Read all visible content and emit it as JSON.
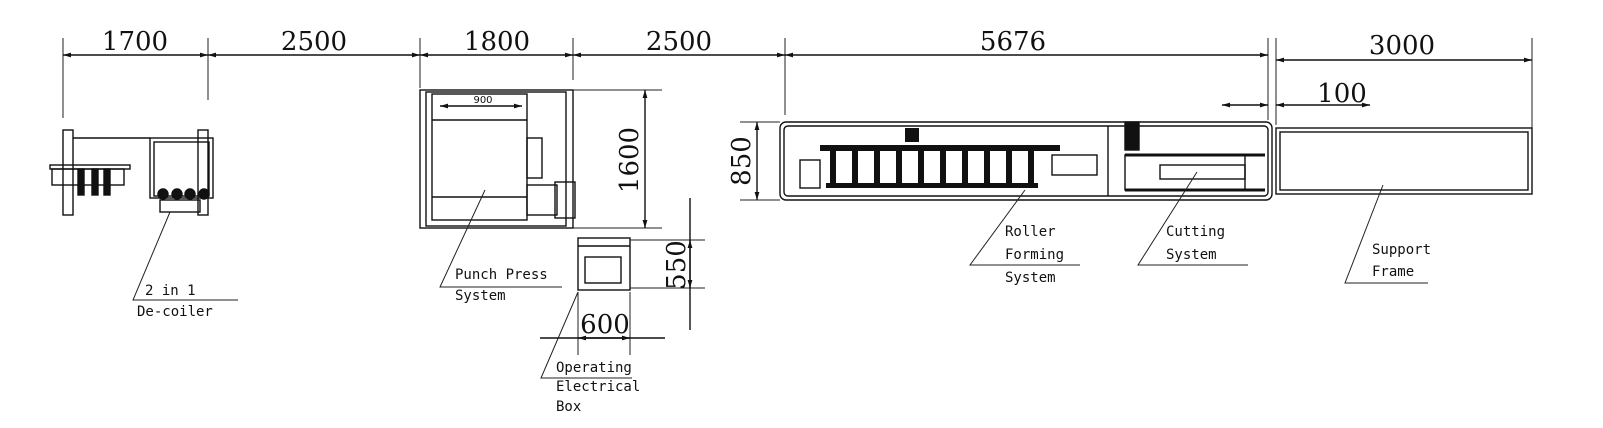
{
  "dimensions": {
    "decoiler_length": "1700",
    "gap1": "2500",
    "punch_length": "1800",
    "gap2": "2500",
    "roller_length": "5676",
    "support_length": "3000",
    "support_offset": "100",
    "punch_width": "1600",
    "punch_inner": "900",
    "box_depth": "550",
    "box_width": "600",
    "roller_width": "850"
  },
  "labels": {
    "decoiler": [
      "2 in 1",
      "De-coiler"
    ],
    "punch": [
      "Punch Press",
      "System"
    ],
    "box": [
      "Operating",
      "Electrical",
      "Box"
    ],
    "roller": [
      "Roller",
      "Forming",
      "System"
    ],
    "cutting": [
      "Cutting",
      "System"
    ],
    "support": [
      "Support",
      "Frame"
    ]
  }
}
